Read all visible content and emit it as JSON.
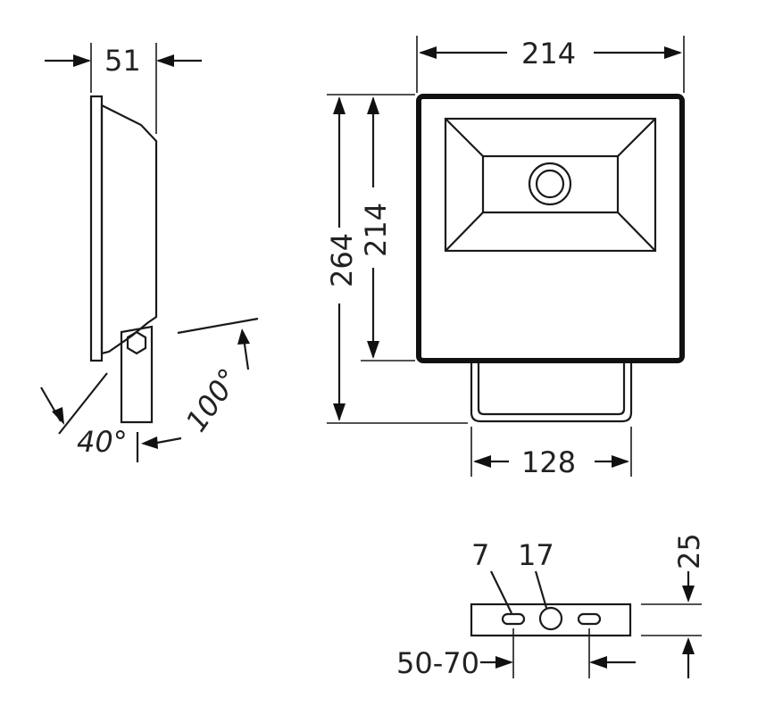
{
  "dimensions": {
    "side_depth": "51",
    "front_width": "214",
    "total_height": "264",
    "body_height": "214",
    "bracket_width": "128",
    "tilt_down_angle": "40°",
    "tilt_up_angle": "100°",
    "slot_width": "7",
    "hole_diameter": "17",
    "bracket_thickness": "25",
    "slot_spacing": "50-70"
  },
  "colors": {
    "line": "#1a1a1a",
    "text": "#222222",
    "background": "#ffffff"
  }
}
